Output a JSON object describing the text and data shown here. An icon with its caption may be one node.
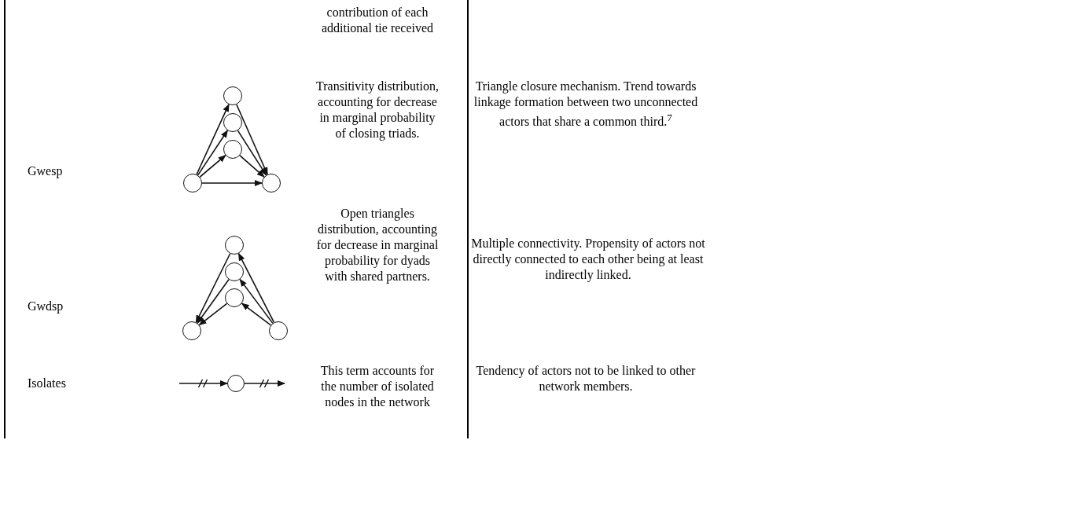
{
  "diagram": {
    "nodes": [
      {
        "text": [],
        "shape": "circle"
      },
      {
        "text": [],
        "shape": "circle"
      },
      {
        "text": [],
        "shape": "circle"
      },
      {
        "text": [],
        "shape": "circle"
      },
      {
        "text": [],
        "shape": "circle"
      },
      {
        "text": [],
        "shape": "circle"
      },
      {
        "text": [],
        "shape": "circle"
      },
      {
        "text": [],
        "shape": "circle"
      },
      {
        "text": [],
        "shape": "circle"
      },
      {
        "text": [],
        "shape": "circle"
      },
      {
        "text": [],
        "shape": "circle"
      }
    ],
    "edges": [
      {
        "from": 3,
        "to": 0,
        "arrow": "to"
      },
      {
        "from": 3,
        "to": 1,
        "arrow": "to"
      },
      {
        "from": 3,
        "to": 2,
        "arrow": "to"
      },
      {
        "from": 3,
        "to": 4,
        "arrow": "to"
      },
      {
        "from": 0,
        "to": 4,
        "arrow": "to"
      },
      {
        "from": 1,
        "to": 4,
        "arrow": "to"
      },
      {
        "from": 2,
        "to": 4,
        "arrow": "to"
      },
      {
        "from": 5,
        "to": 8,
        "arrow": "to"
      },
      {
        "from": 6,
        "to": 8,
        "arrow": "to"
      },
      {
        "from": 7,
        "to": 8,
        "arrow": "to"
      },
      {
        "from": 9,
        "to": 5,
        "arrow": "to"
      },
      {
        "from": 9,
        "to": 6,
        "arrow": "to"
      },
      {
        "from": 9,
        "to": 7,
        "arrow": "to"
      },
      {
        "from": null,
        "to": 10,
        "arrow": "to"
      },
      {
        "from": 10,
        "to": null,
        "arrow": "to"
      }
    ],
    "labels": [
      "contribution of each additional tie received",
      "Gwesp",
      "Transitivity distribution, accounting for decrease in marginal probability of closing triads.",
      "Triangle closure mechanism. Trend towards linkage formation between two unconnected actors that share a common third.$^{7}$",
      "Gwdsp",
      "Open triangles distribution, accounting for decrease in marginal probability for dyads with shared partners.",
      "Multiple connectivity. Propensity of actors not directly connected to each other being at least indirectly linked.",
      "Isolates",
      "This term accounts for the number of isolated nodes in the network",
      "Tendency of actors not to be linked to other network members."
    ]
  }
}
